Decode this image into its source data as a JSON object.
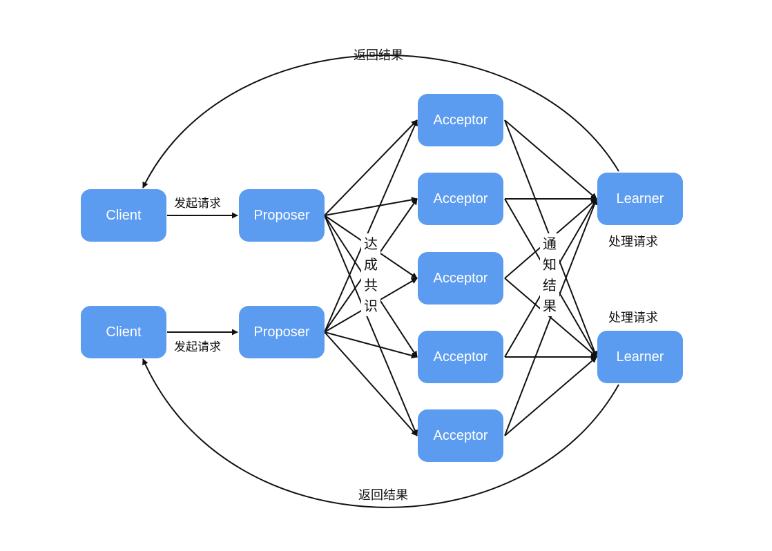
{
  "nodes": {
    "client_1": "Client",
    "client_2": "Client",
    "proposer_1": "Proposer",
    "proposer_2": "Proposer",
    "acceptor_1": "Acceptor",
    "acceptor_2": "Acceptor",
    "acceptor_3": "Acceptor",
    "acceptor_4": "Acceptor",
    "acceptor_5": "Acceptor",
    "learner_1": "Learner",
    "learner_2": "Learner"
  },
  "labels": {
    "return_top": "返回结果",
    "return_bottom": "返回结果",
    "request_1": "发起请求",
    "request_2": "发起请求",
    "consensus": [
      "达",
      "成",
      "共",
      "识"
    ],
    "notify": [
      "通",
      "知",
      "结",
      "果"
    ],
    "process_1": "处理请求",
    "process_2": "处理请求"
  },
  "colors": {
    "node_fill": "#5b9bf0",
    "node_text": "#ffffff",
    "line": "#111111"
  }
}
